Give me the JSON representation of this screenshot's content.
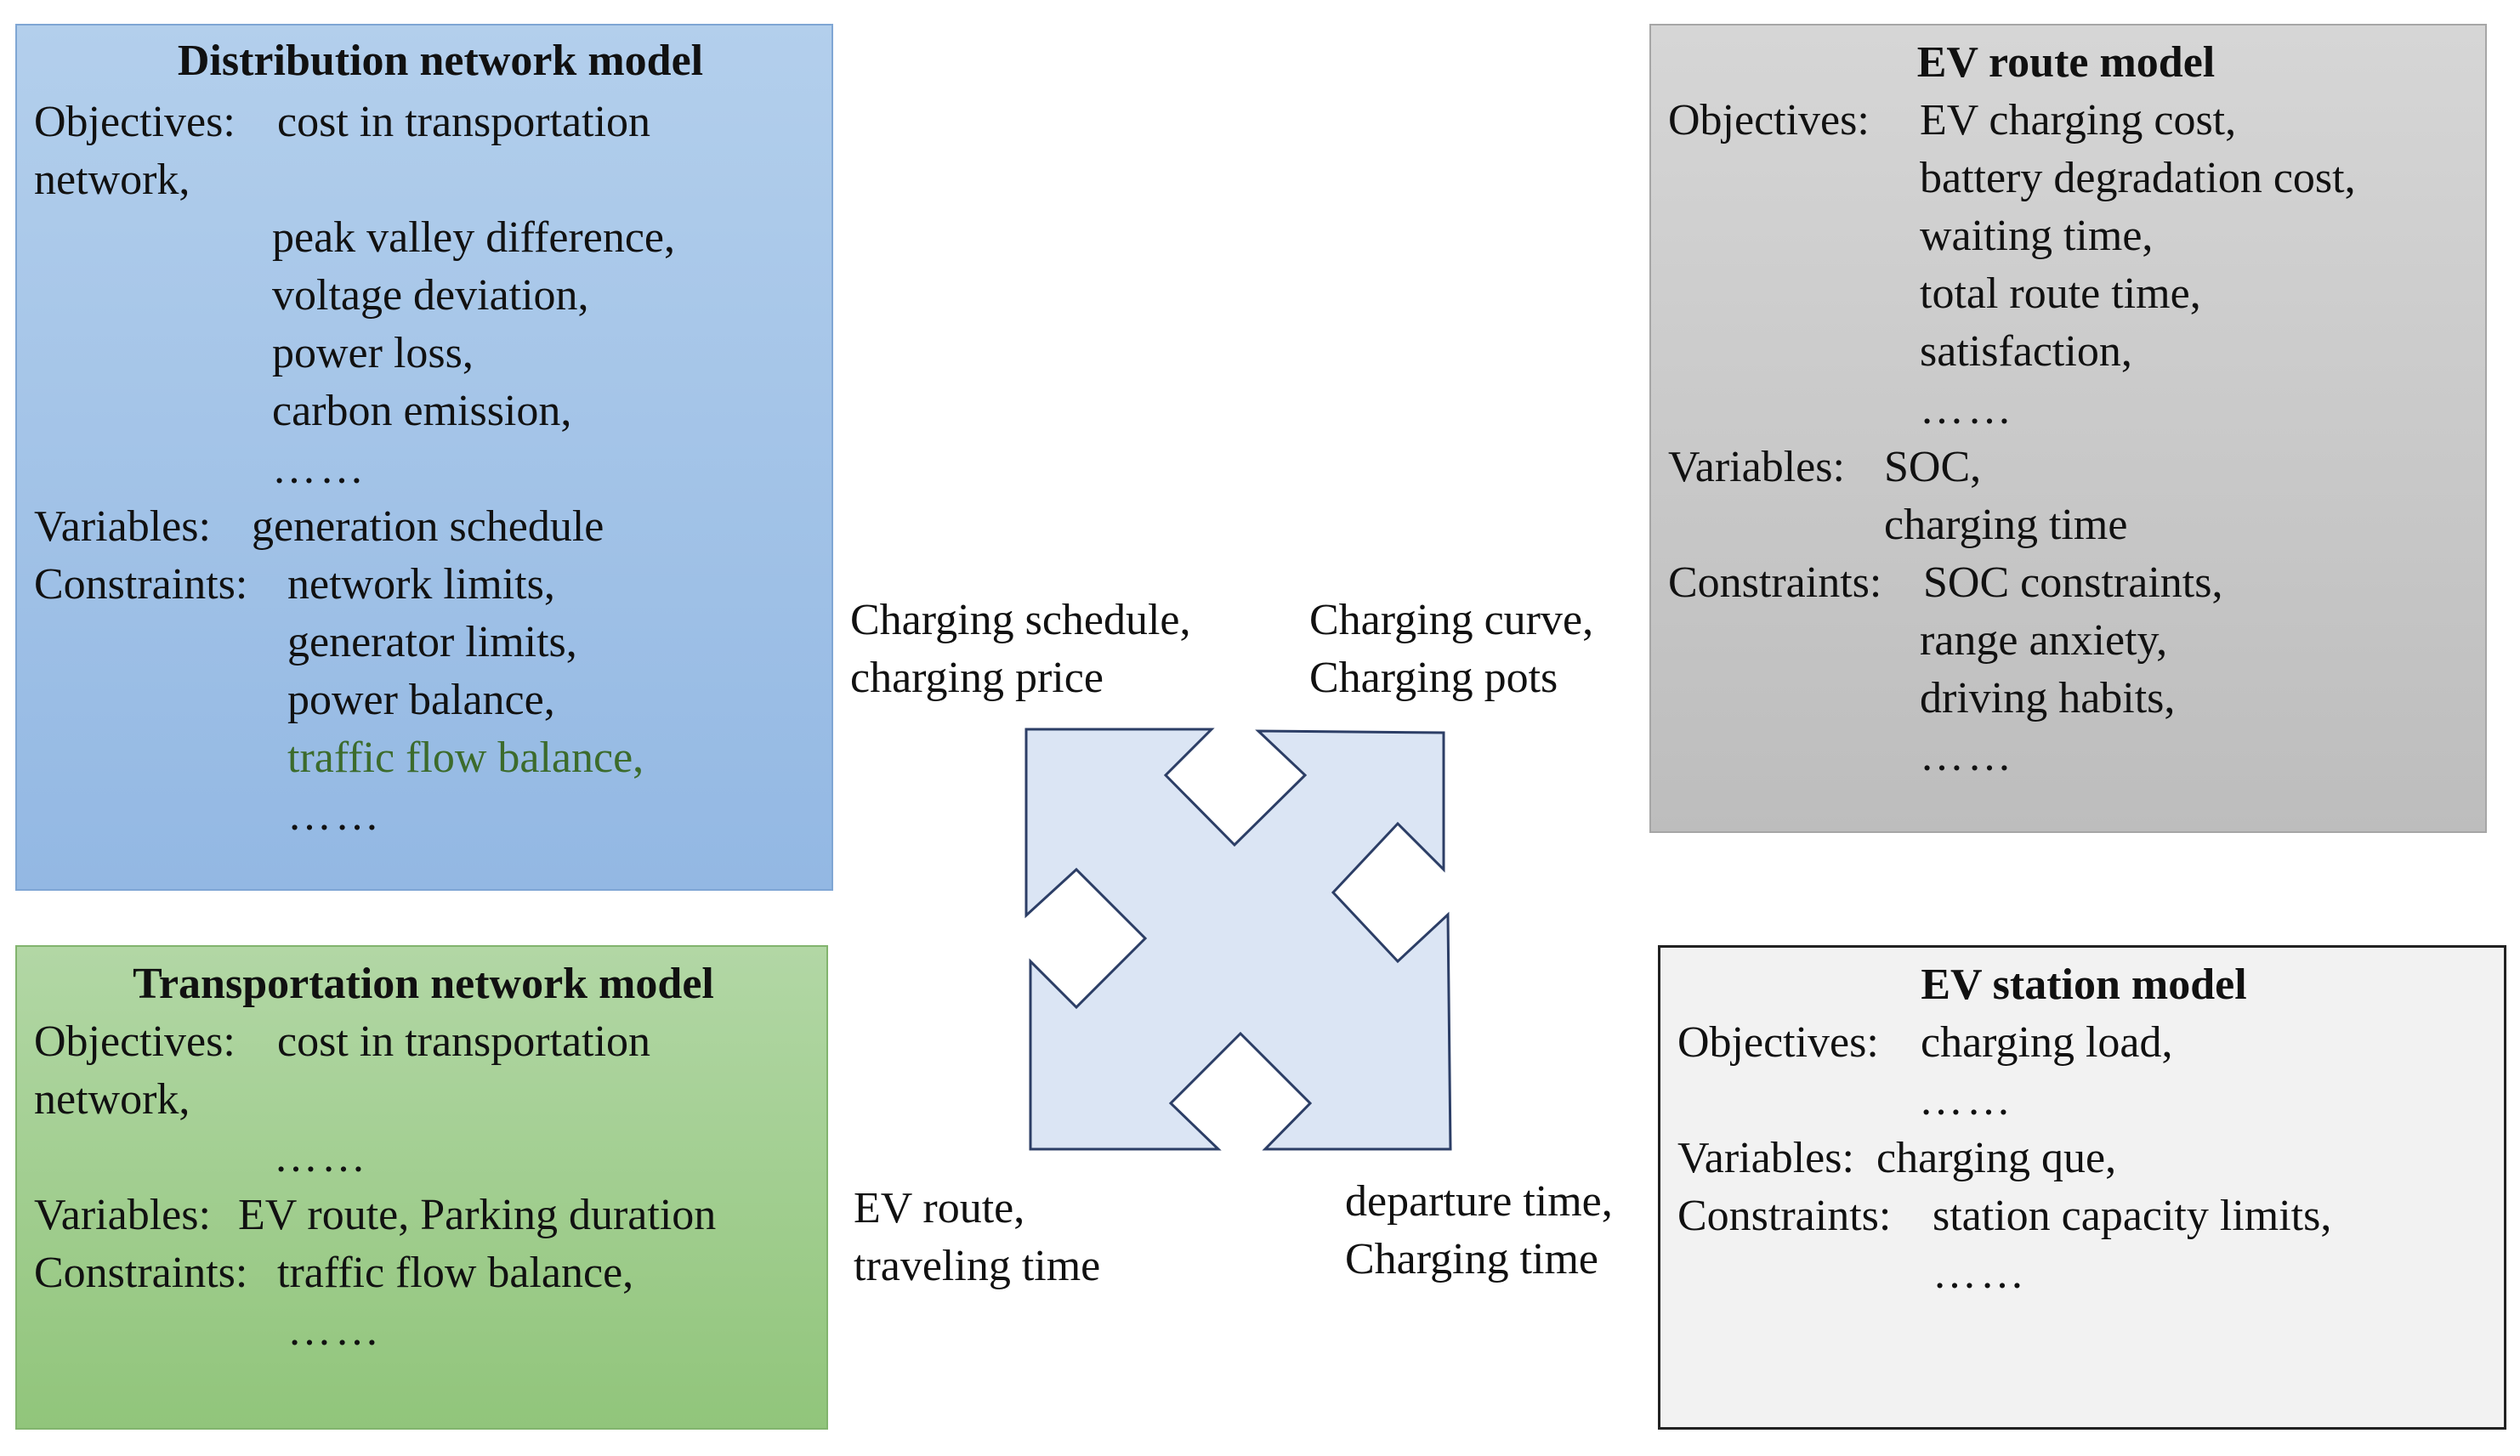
{
  "distribution": {
    "title": "Distribution network model",
    "objectives_label": "Objectives:",
    "objectives": [
      "cost in transportation",
      "network,",
      "peak valley difference,",
      "voltage deviation,",
      "power loss,",
      "carbon emission,",
      "……"
    ],
    "variables_label": "Variables:",
    "variables": [
      "generation schedule"
    ],
    "constraints_label": "Constraints:",
    "constraints": [
      "network limits,",
      "generator limits,",
      "power balance,",
      "traffic flow balance,",
      "……"
    ]
  },
  "route": {
    "title": "EV route model",
    "objectives_label": "Objectives:",
    "objectives": [
      "EV charging cost,",
      "battery degradation cost,",
      "waiting time,",
      "total route time,",
      "satisfaction,",
      "……"
    ],
    "variables_label": "Variables:",
    "variables": [
      "SOC,",
      "charging time"
    ],
    "constraints_label": "Constraints:",
    "constraints": [
      "SOC constraints,",
      "range anxiety,",
      "driving habits,",
      "……"
    ]
  },
  "transportation": {
    "title": "Transportation network model",
    "objectives_label": "Objectives:",
    "objectives": [
      "cost in transportation",
      "network,",
      "……"
    ],
    "variables_label": "Variables:",
    "variables": [
      "EV route, Parking duration"
    ],
    "constraints_label": "Constraints:",
    "constraints": [
      "traffic flow balance,",
      "……"
    ]
  },
  "station": {
    "title": "EV station model",
    "objectives_label": "Objectives:",
    "objectives": [
      "charging load,",
      "……"
    ],
    "variables_label": "Variables:",
    "variables": [
      "charging que,"
    ],
    "constraints_label": "Constraints:",
    "constraints": [
      "station capacity limits,",
      "……"
    ]
  },
  "arrows": {
    "top_left": [
      "Charging schedule,",
      "charging price"
    ],
    "top_right": [
      "Charging curve,",
      "Charging pots"
    ],
    "bottom_left": [
      "EV route,",
      "traveling time"
    ],
    "bottom_right": [
      "departure time,",
      "Charging time"
    ]
  },
  "colors": {
    "distribution_fill": "#a6c4e8",
    "route_fill": "#cbcbcb",
    "transportation_fill": "#a3cf91",
    "station_fill": "#f2f2f2",
    "arrow_fill": "#dbe5f4",
    "arrow_stroke": "#2c3e66",
    "highlight_text": "#3c6b2c"
  }
}
